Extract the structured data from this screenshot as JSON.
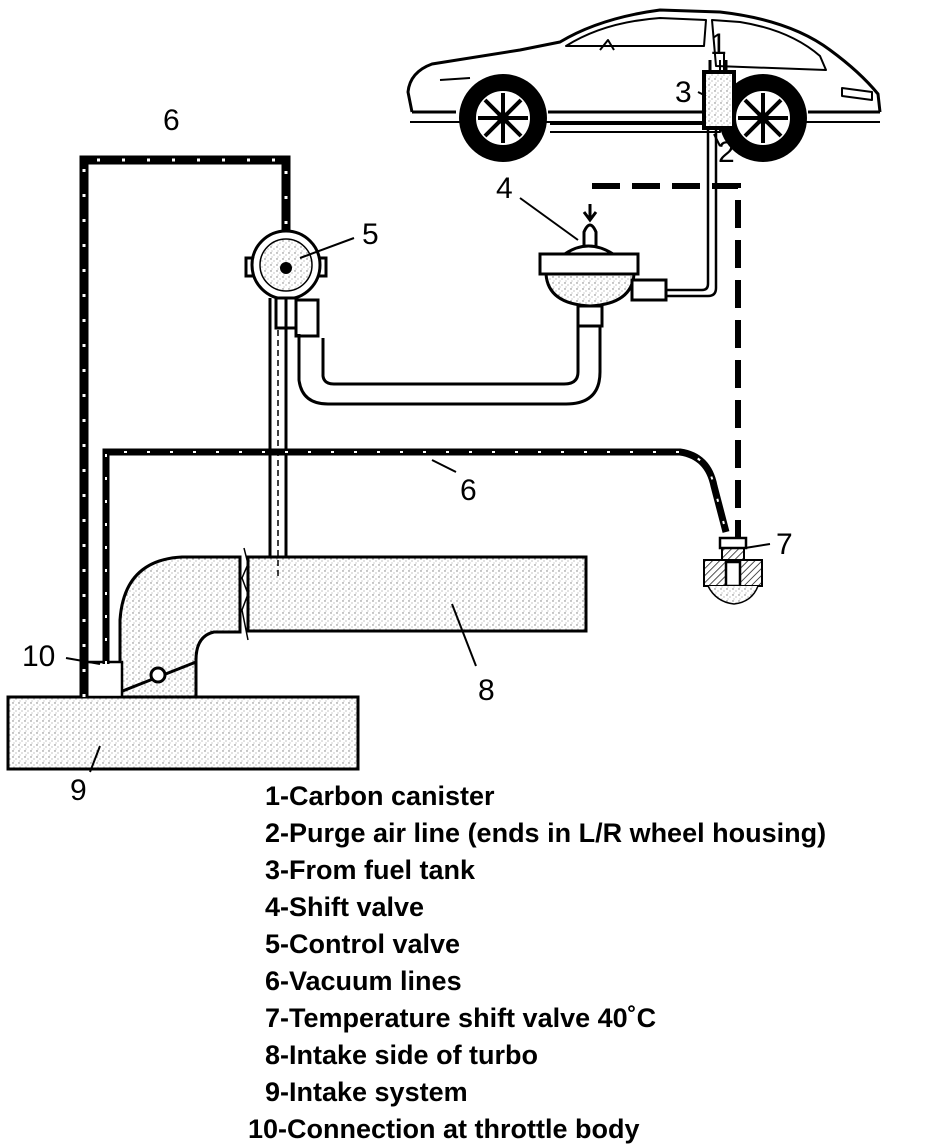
{
  "callouts": {
    "c1": "1",
    "c2": "2",
    "c3": "3",
    "c4": "4",
    "c5": "5",
    "c6a": "6",
    "c6b": "6",
    "c7": "7",
    "c8": "8",
    "c9": "9",
    "c10": "10"
  },
  "legend": [
    "1-Carbon canister",
    "2-Purge air line (ends in L/R wheel housing)",
    "3-From fuel tank",
    "4-Shift valve",
    "5-Control valve",
    "6-Vacuum lines",
    "7-Temperature shift valve 40˚C",
    "8-Intake side of turbo",
    "9-Intake system",
    "10-Connection at throttle body"
  ]
}
